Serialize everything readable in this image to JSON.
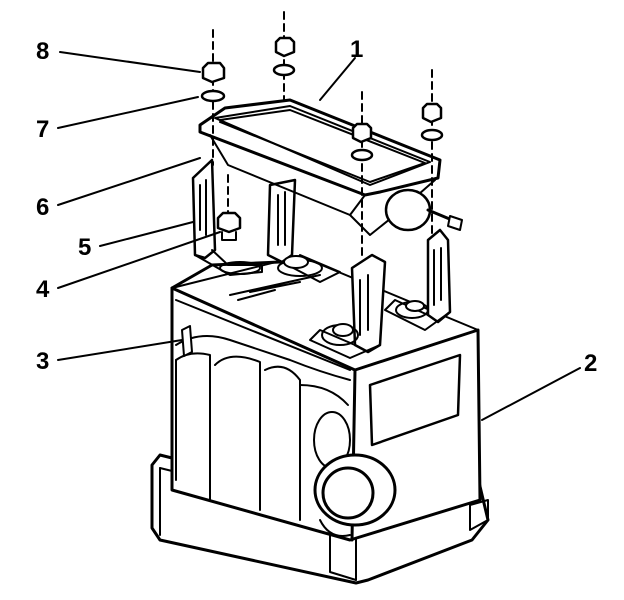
{
  "diagram": {
    "callouts": [
      {
        "id": "c8",
        "label": "8"
      },
      {
        "id": "c1",
        "label": "1"
      },
      {
        "id": "c7",
        "label": "7"
      },
      {
        "id": "c6",
        "label": "6"
      },
      {
        "id": "c5",
        "label": "5"
      },
      {
        "id": "c4",
        "label": "4"
      },
      {
        "id": "c3",
        "label": "3"
      },
      {
        "id": "c2",
        "label": "2"
      }
    ],
    "colors": {
      "line": "#000000",
      "background": "#ffffff",
      "fill": "#ffffff"
    }
  }
}
